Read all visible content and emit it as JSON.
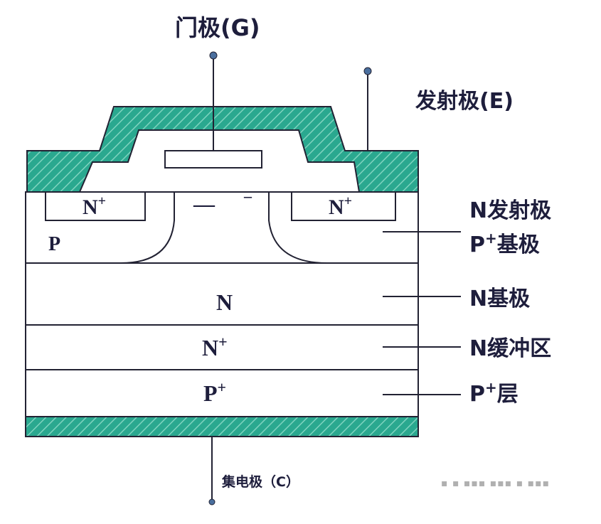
{
  "colors": {
    "hatch_fill": "#2aa88f",
    "hatch_stripe": "#7fd3bf",
    "outline": "#222233",
    "text": "#1e1e3c",
    "dark_label": "#141414"
  },
  "terminals": {
    "gate": "门极(G)",
    "emitter": "发射极(E)",
    "collector": "集电极（C）"
  },
  "regions": {
    "n_plus_left": "N",
    "n_plus_left_sup": "+",
    "n_plus_right": "N",
    "n_plus_right_sup": "+",
    "p_left": "P",
    "channel_minus": "—",
    "channel_minus_small": "–",
    "n_base": "N",
    "n_buffer": "N",
    "n_buffer_sup": "+",
    "p_plus": "P",
    "p_plus_sup": "+"
  },
  "legend": {
    "n_emitter": "N发射极",
    "p_base_main": "P",
    "p_base_sup": "+",
    "p_base_rest": "基极",
    "n_base": "N基极",
    "n_buffer": "N缓冲区",
    "p_layer_main": "P",
    "p_layer_sup": "+",
    "p_layer_rest": "层"
  },
  "watermark": "▪ ▪ ▪▪▪ ▪▪▪ ▪ ▪▪▪"
}
